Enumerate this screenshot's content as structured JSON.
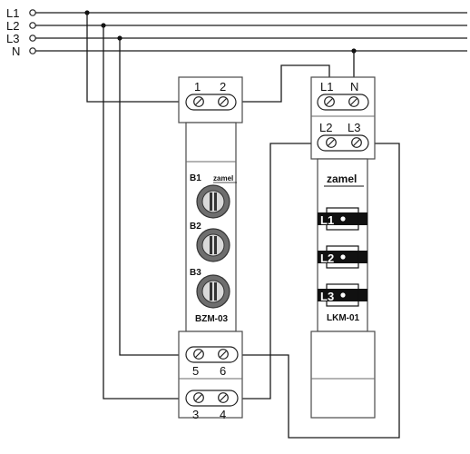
{
  "lines": {
    "l1": "L1",
    "l2": "L2",
    "l3": "L3",
    "n": "N"
  },
  "bzm": {
    "top_terminals": [
      "1",
      "2"
    ],
    "knob_labels": [
      "B1",
      "B2",
      "B3"
    ],
    "brand": "zamel",
    "model": "BZM-03",
    "mid_terminals": [
      "5",
      "6"
    ],
    "bottom_terminals": [
      "3",
      "4"
    ]
  },
  "lkm": {
    "top_terminals": [
      "L1",
      "N"
    ],
    "second_terminals": [
      "L2",
      "L3"
    ],
    "brand": "zamel",
    "indicator_labels": [
      "L1",
      "L2",
      "L3"
    ],
    "model": "LKM-01"
  },
  "colors": {
    "wire": "#1a1a1a",
    "knob": "#6e6e6e",
    "indicator_band": "#111111"
  }
}
